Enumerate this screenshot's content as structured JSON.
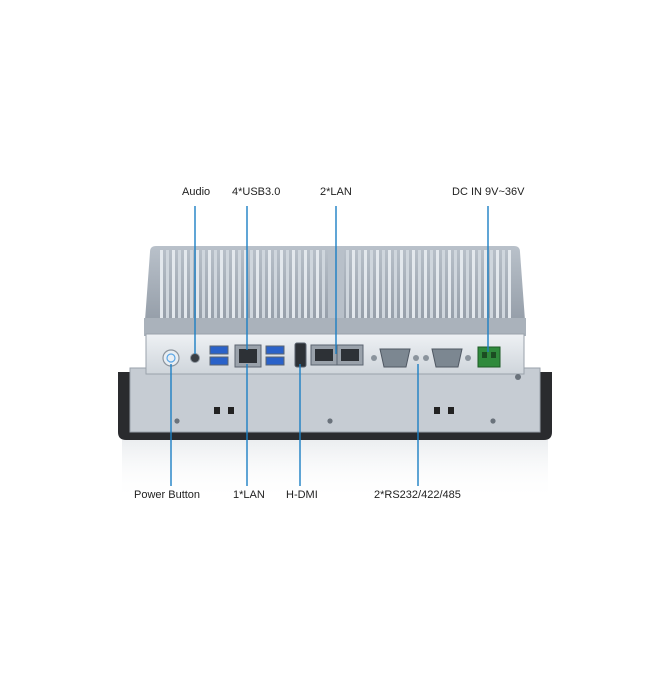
{
  "labels": {
    "audio": "Audio",
    "usb": "4*USB3.0",
    "lan2": "2*LAN",
    "dc": "DC IN 9V~36V",
    "power": "Power Button",
    "lan1": "1*LAN",
    "hdmi": "H-DMI",
    "serial": "2*RS232/422/485"
  },
  "colors": {
    "leader": "#1c7fc4",
    "chassis": "#c9cfd6",
    "bezel": "#2a2b2e",
    "panel": "#dde2e7",
    "connector_green": "#2f8a3c",
    "port_blue": "#2a62c9"
  }
}
